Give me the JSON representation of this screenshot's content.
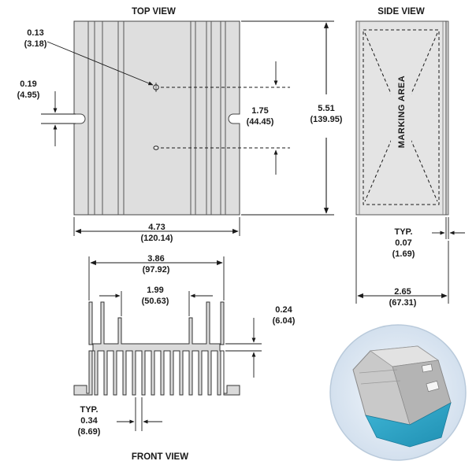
{
  "views": {
    "top": "TOP VIEW",
    "side": "SIDE VIEW",
    "front": "FRONT VIEW"
  },
  "marking_area": "MARKING AREA",
  "dimensions": {
    "hole": {
      "in": "0.13",
      "mm": "(3.18)"
    },
    "slot": {
      "in": "0.19",
      "mm": "(4.95)"
    },
    "hole_spacing": {
      "in": "1.75",
      "mm": "(44.45)"
    },
    "height": {
      "in": "5.51",
      "mm": "(139.95)"
    },
    "width": {
      "in": "4.73",
      "mm": "(120.14)"
    },
    "inner_width": {
      "in": "3.86",
      "mm": "(97.92)"
    },
    "center_width": {
      "in": "1.99",
      "mm": "(50.63)"
    },
    "base_thickness": {
      "in": "0.24",
      "mm": "(6.04)"
    },
    "fin_pitch": {
      "typ": "TYP.",
      "in": "0.34",
      "mm": "(8.69)"
    },
    "side_thickness": {
      "typ": "TYP.",
      "in": "0.07",
      "mm": "(1.69)"
    },
    "depth": {
      "in": "2.65",
      "mm": "(67.31)"
    }
  },
  "colors": {
    "metal": "#dedede",
    "outline": "#1a1a1a",
    "pad": "#2aa3c5",
    "photo_circle": "#dbe6f1"
  }
}
